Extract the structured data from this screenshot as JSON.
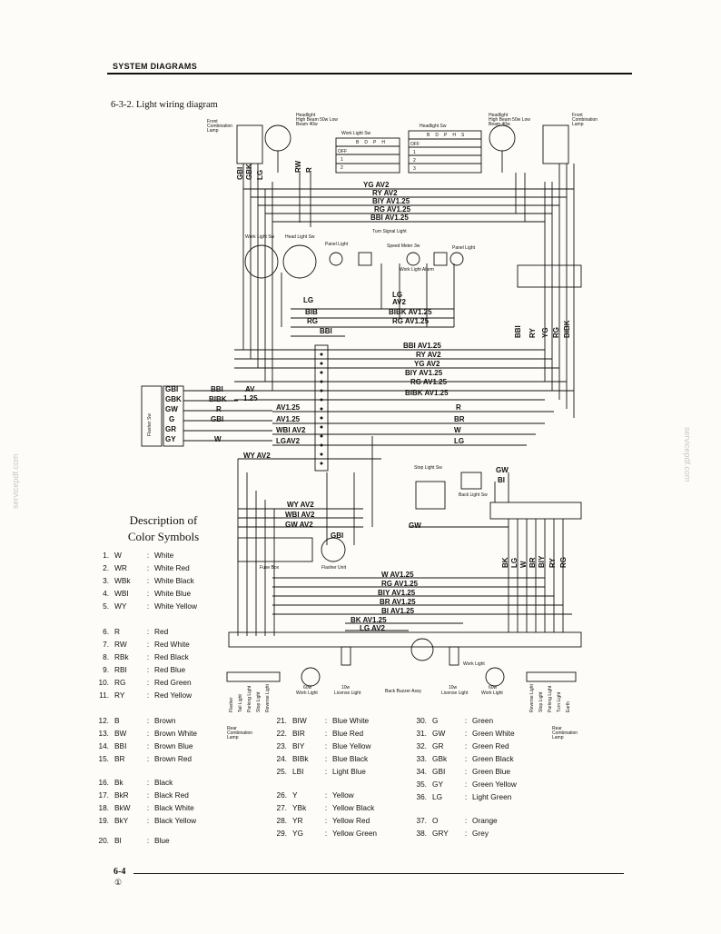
{
  "header": {
    "section": "SYSTEM DIAGRAMS",
    "title": "6-3-2.  Light wiring diagram"
  },
  "components": {
    "front_combo_left": "Front Combination Lamp",
    "front_combo_right": "Front Combination Lamp",
    "headlight_left": "Headlight",
    "headlight_right": "Headlight",
    "headlight_spec": "High Beam 50w Low Beam 40w",
    "work_light_sw": "Work Light Sw",
    "headlight_sw": "Headlight Sw",
    "work_light_sw2": "Work Light Sw",
    "head_light_sw2": "Head Light Sw",
    "panel_light_left": "Panel Light",
    "panel_light_right": "Panel Light",
    "turn_signal_light": "Turn Signal Light",
    "speed_meter": "Speed Meter 3w",
    "work_light_alarm": "Work Light Alarm",
    "flasher_sw": "Flasher Sw",
    "fuse_box": "Fuse Box",
    "flasher_unit": "Flasher Unit",
    "stop_light_sw": "Stop Light Sw",
    "back_light_sw": "Back Light Sw",
    "work_light": "Work Light",
    "license_light": "License Light",
    "back_buzzer": "Back Buzzer Assy",
    "rear_combo": "Rear Combination Lamp",
    "watt_60": "60w",
    "watt_10": "10w"
  },
  "wires": {
    "top": [
      "YG AV2",
      "RY AV2",
      "BIY AV1.25",
      "RG AV1.25",
      "BBI AV1.25"
    ],
    "mid": [
      "BBI AV1.25",
      "RY AV2",
      "YG AV2",
      "BIY AV1.25",
      "RG AV1.25",
      "BIBK AV1.25",
      "R",
      "BR",
      "W",
      "LG"
    ],
    "left_side": [
      "AV1.25",
      "AV1.25",
      "WBI AV2",
      "LGAV2",
      "WY AV2",
      "AV",
      "1.25"
    ],
    "left_connector": [
      "GBI",
      "GBK",
      "GW",
      "G",
      "GR",
      "GY"
    ],
    "left_connector2": [
      "BBI",
      "BIBK",
      "R",
      "GBI",
      "W"
    ],
    "panel": [
      "LG",
      "BIB",
      "RG",
      "BBI",
      "LG",
      "AV2",
      "BIBK AV1.25",
      "RG AV1.25"
    ],
    "lower": [
      "WY AV2",
      "WBI AV2",
      "GW AV2",
      "GBI",
      "GW",
      "GW",
      "BI"
    ],
    "bottom": [
      "W AV1.25",
      "RG AV1.25",
      "BIY AV1.25",
      "BR AV1.25",
      "BI AV1.25",
      "BK AV1.25",
      "LG AV2"
    ],
    "right_vertical": [
      "BBI",
      "RY",
      "YG",
      "RG",
      "BIBK"
    ],
    "right_vertical2": [
      "BK",
      "LG",
      "W",
      "BR",
      "BIY",
      "RY",
      "RG"
    ],
    "head_left": [
      "GBI",
      "GBK",
      "LG"
    ],
    "head_left2": [
      "RW",
      "R"
    ],
    "sw_table_header": [
      "B",
      "D",
      "P",
      "H"
    ],
    "sw_table_header2": [
      "B",
      "D",
      "P",
      "H",
      "S"
    ],
    "sw_rows": [
      "OFF",
      "1",
      "2"
    ],
    "sw_rows2": [
      "OFF",
      "1",
      "2",
      "3"
    ]
  },
  "legend": {
    "title_line1": "Description of",
    "title_line2": "Color Symbols",
    "col1": [
      {
        "n": "1.",
        "c": "W",
        "d": "White"
      },
      {
        "n": "2.",
        "c": "WR",
        "d": "White Red"
      },
      {
        "n": "3.",
        "c": "WBk",
        "d": "White Black"
      },
      {
        "n": "4.",
        "c": "WBI",
        "d": "White Blue"
      },
      {
        "n": "5.",
        "c": "WY",
        "d": "White Yellow"
      },
      {
        "n": "6.",
        "c": "R",
        "d": "Red"
      },
      {
        "n": "7.",
        "c": "RW",
        "d": "Red White"
      },
      {
        "n": "8.",
        "c": "RBk",
        "d": "Red Black"
      },
      {
        "n": "9.",
        "c": "RBI",
        "d": "Red Blue"
      },
      {
        "n": "10.",
        "c": "RG",
        "d": "Red Green"
      },
      {
        "n": "11.",
        "c": "RY",
        "d": "Red Yellow"
      }
    ],
    "col2": [
      {
        "n": "12.",
        "c": "B",
        "d": "Brown"
      },
      {
        "n": "13.",
        "c": "BW",
        "d": "Brown White"
      },
      {
        "n": "14.",
        "c": "BBI",
        "d": "Brown Blue"
      },
      {
        "n": "15.",
        "c": "BR",
        "d": "Brown Red"
      },
      {
        "n": "16.",
        "c": "Bk",
        "d": "Black"
      },
      {
        "n": "17.",
        "c": "BkR",
        "d": "Black Red"
      },
      {
        "n": "18.",
        "c": "BkW",
        "d": "Black White"
      },
      {
        "n": "19.",
        "c": "BkY",
        "d": "Black Yellow"
      },
      {
        "n": "20.",
        "c": "BI",
        "d": "Blue"
      }
    ],
    "col3": [
      {
        "n": "21.",
        "c": "BIW",
        "d": "Blue White"
      },
      {
        "n": "22.",
        "c": "BIR",
        "d": "Blue Red"
      },
      {
        "n": "23.",
        "c": "BIY",
        "d": "Blue Yellow"
      },
      {
        "n": "24.",
        "c": "BIBk",
        "d": "Blue Black"
      },
      {
        "n": "25.",
        "c": "LBI",
        "d": "Light Blue"
      },
      {
        "n": "26.",
        "c": "Y",
        "d": "Yellow"
      },
      {
        "n": "27.",
        "c": "YBk",
        "d": "Yellow Black"
      },
      {
        "n": "28.",
        "c": "YR",
        "d": "Yellow Red"
      },
      {
        "n": "29.",
        "c": "YG",
        "d": "Yellow Green"
      }
    ],
    "col4": [
      {
        "n": "30.",
        "c": "G",
        "d": "Green"
      },
      {
        "n": "31.",
        "c": "GW",
        "d": "Green White"
      },
      {
        "n": "32.",
        "c": "GR",
        "d": "Green Red"
      },
      {
        "n": "33.",
        "c": "GBk",
        "d": "Green Black"
      },
      {
        "n": "34.",
        "c": "GBI",
        "d": "Green Blue"
      },
      {
        "n": "35.",
        "c": "GY",
        "d": "Green Yellow"
      },
      {
        "n": "36.",
        "c": "LG",
        "d": "Light Green"
      },
      {
        "n": "37.",
        "c": "O",
        "d": "Orange"
      },
      {
        "n": "38.",
        "c": "GRY",
        "d": "Grey"
      }
    ]
  },
  "rear_labels": [
    "Reverse Light",
    "Stop Light",
    "Parking Light",
    "Turn Light",
    "Earth"
  ],
  "rear_labels_left": [
    "Flasher",
    "Tail Light",
    "Parking Light",
    "Stop Light",
    "Reverse Light"
  ],
  "footer": {
    "page": "6-4",
    "mark": "①"
  },
  "watermark": "servicepdf.com",
  "colors": {
    "ink": "#111111",
    "paper": "#fdfcf8",
    "watermark": "#c8c8c8"
  }
}
